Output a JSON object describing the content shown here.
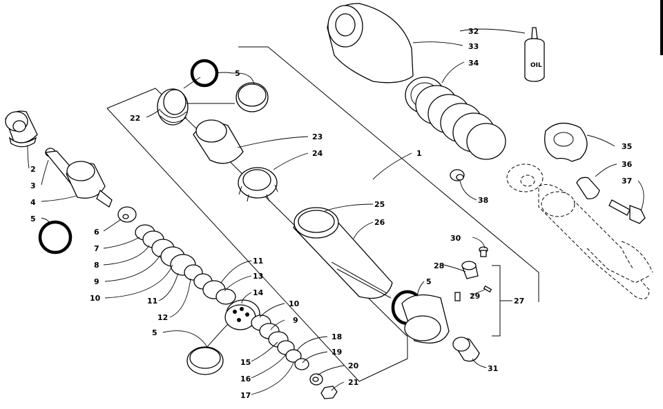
{
  "callouts": {
    "c1": "1",
    "c2": "2",
    "c3": "3",
    "c4": "4",
    "c5a": "5",
    "c5b": "5",
    "c5c": "5",
    "c5d": "5",
    "c6": "6",
    "c7": "7",
    "c8": "8",
    "c9a": "9",
    "c9b": "9",
    "c10a": "10",
    "c10b": "10",
    "c11a": "11",
    "c11b": "11",
    "c12": "12",
    "c13": "13",
    "c14": "14",
    "c15": "15",
    "c16": "16",
    "c17": "17",
    "c18": "18",
    "c19": "19",
    "c20": "20",
    "c21": "21",
    "c22": "22",
    "c23": "23",
    "c24": "24",
    "c25": "25",
    "c26": "26",
    "c27": "27",
    "c28": "28",
    "c29": "29",
    "c30": "30",
    "c31": "31",
    "c32": "32",
    "c33": "33",
    "c34": "34",
    "c35": "35",
    "c36": "36",
    "c37": "37",
    "c38": "38"
  },
  "oil_label": "OIL",
  "colors": {
    "line": "#000000",
    "background": "#ffffff"
  }
}
